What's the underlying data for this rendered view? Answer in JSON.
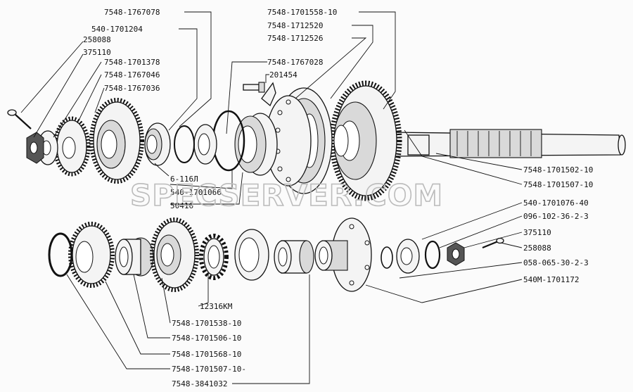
{
  "watermark": "SPECSERVER.COM",
  "labels": {
    "l1": "7548-1767078",
    "l2": "540-1701204",
    "l3": "258088",
    "l4": "375110",
    "l5": "7548-1701378",
    "l6": "7548-1767046",
    "l7": "7548-1767036",
    "l8": "7548-1701558-10",
    "l9": "7548-1712520",
    "l10": "7548-1712526",
    "l11": "7548-1767028",
    "l12": "201454",
    "l13": "6-116Л",
    "l14": "540-1701066",
    "l15": "50416",
    "l16": "7548-1701502-10",
    "l17": "7548-1701507-10",
    "l18": "540-1701076-40",
    "l19": "096-102-36-2-3",
    "l20": "375110",
    "l21": "258088",
    "l22": "058-065-30-2-3",
    "l23": "540М-1701172",
    "l24": "12316КМ",
    "l25": "7548-1701538-10",
    "l26": "7548-1701506-10",
    "l27": "7548-1701568-10",
    "l28": "7548-1701507-10-",
    "l29": "7548-3841032"
  }
}
